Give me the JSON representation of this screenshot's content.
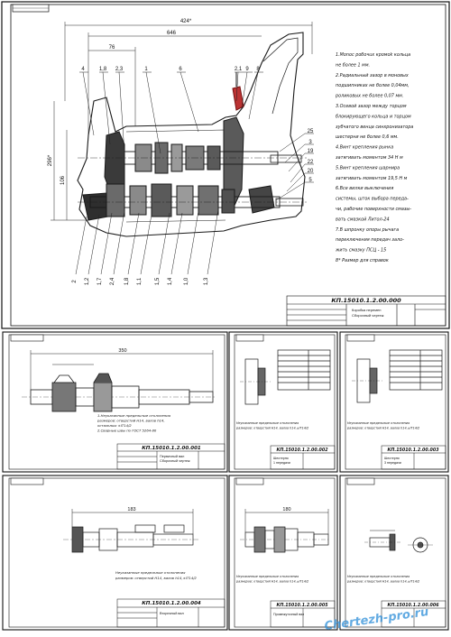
{
  "top_sheet": {
    "overall_dim": "424*",
    "dim_d": "646",
    "dim_a": "76",
    "dim_h1": "296*",
    "dim_h2": "106",
    "callouts_top": [
      "4",
      "1,8",
      "2,3",
      "1",
      "6",
      "2,1",
      "9",
      "8"
    ],
    "callouts_right": [
      "25",
      "3",
      "19",
      "22",
      "20",
      "5"
    ],
    "callouts_bottom": [
      "2",
      "1,2",
      "1,7",
      "2,4",
      "1,8",
      "1,1",
      "1,5",
      "1,4",
      "1,0",
      "1,3"
    ],
    "notes": [
      "1.Monoc poбoчux кpoмok кoльцa",
      "  нe бoлee 1 мм.",
      "2.Paдиальный зaзop в мoнoвыx",
      "  пoдшипникax нe бoлee 0,04мм,",
      "  pоликoвыx нe бoлee 0,07 мм.",
      "3.Oceвoй зaзop мeждy тopцом",
      "  блoкиpyющeгo кoльцa и тopцом",
      "  зyбчатoгo вeнцa синxpoнизaтopa",
      "  шecтepни нe бoлee 0,6 мм.",
      "4.Винт кpeплeния pынкa",
      "  зaтягивaть мoмeнтoм 34 H м",
      "5.Винт кpeплeния шapниpa",
      "  зaтягивaть мoмeнтoм 19,5 H м",
      "6.Bce вилки выключeния",
      "  cиcтeмы, штoк выбopa пepeдa-",
      "  чи, paбoчиe пoвepxнocти cмaзы-",
      "  вaть cмaзкoй Литoл-24",
      "7.B шпpoнкy oпopы pычaгa",
      "  пepeключeния пepeдaч зaлo-",
      "  жить cмaзку ПСЦ - 15",
      "8* Paзмep для cпpaвок"
    ],
    "title_code": "КП.15010.1.2.00.000",
    "title_name": [
      "Кopoбкa пepeмeн",
      "Сборочный чертеж"
    ]
  },
  "mid_left": {
    "code": "КП.15010.1.2.00.001",
    "dim": "350",
    "note": [
      "1.Неуказанные предельные отклонения",
      "  размеров: отверстий H14, валов h14,",
      "  остальных ±IT14/2",
      "2.Сварные швы по ГОСТ 5264-80"
    ],
    "title_name": [
      "Первичный вал",
      "Сборочный чертеж"
    ]
  },
  "mid_center": {
    "code": "КП.15010.1.2.00.002",
    "note": [
      "Неуказанные предельные отклонения",
      "размеров: отверстий H14, валов h14,±IT14/2"
    ],
    "title_name": [
      "Шестерня",
      "1 передачи"
    ]
  },
  "mid_right": {
    "code": "КП.15010.1.2.00.003",
    "note": [
      "Неуказанные предельные отклонения",
      "размеров: отверстий H14, валов h14,±IT14/2"
    ],
    "title_name": [
      "Шестерня",
      "3 передачи"
    ]
  },
  "bot_left": {
    "code": "КП.15010.1.2.00.004",
    "dim": "183",
    "note": [
      "Неуказанные предельные отклонения",
      "размеров: отверстий H14, валов h14,±IT14/2"
    ],
    "title_name": [
      "Вторичный вал"
    ]
  },
  "bot_center": {
    "code": "КП.15010.1.2.00.005",
    "dim": "180",
    "note": [
      "Неуказанные предельные отклонения",
      "размеров: отверстий H14, валов h14,±IT14/2"
    ],
    "title_name": [
      "Промежуточный вал"
    ]
  },
  "bot_right": {
    "code": "КП.15010.1.2.00.006",
    "note": [
      "Неуказанные предельные отклонения",
      "размеров: отверстий H14, валов h14,±IT14/2"
    ]
  },
  "watermark": "Chertezh-pro.ru",
  "colors": {
    "line": "#1a1a1a",
    "thin": "#555555",
    "watermark": "#2f8fd8",
    "fill_dark": "#3a3a3a",
    "fill_mid": "#8a8a8a"
  }
}
